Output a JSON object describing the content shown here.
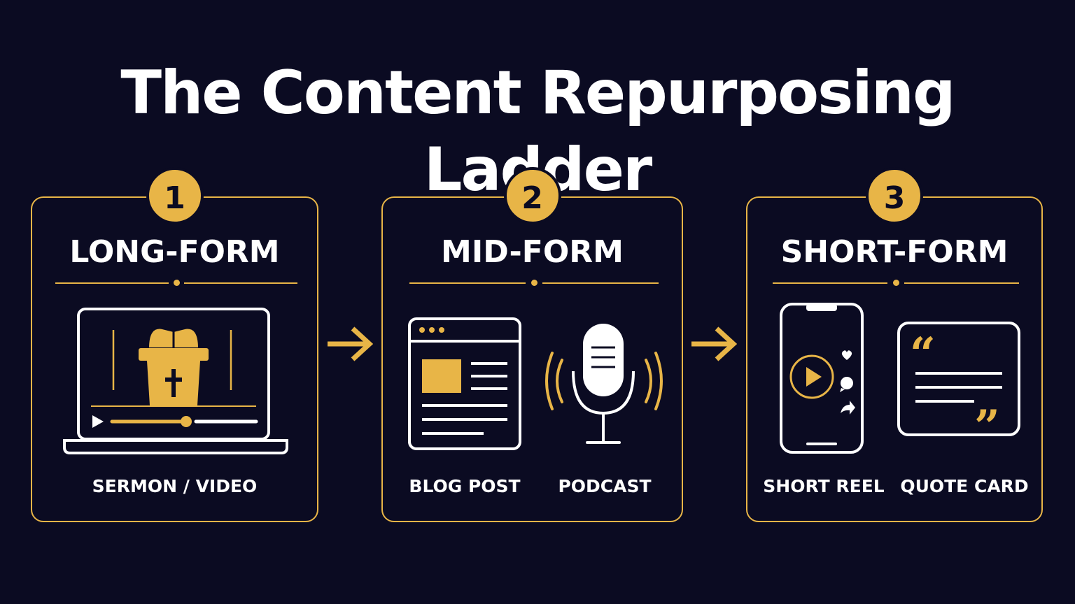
{
  "title": "The Content Repurposing Ladder",
  "colors": {
    "background": "#0b0b22",
    "accent": "#e8b547",
    "text": "#ffffff"
  },
  "steps": [
    {
      "number": "1",
      "heading": "LONG-FORM",
      "items": [
        {
          "label": "SERMON / VIDEO",
          "icon": "laptop-sermon-video-icon"
        }
      ]
    },
    {
      "number": "2",
      "heading": "MID-FORM",
      "items": [
        {
          "label": "BLOG POST",
          "icon": "browser-article-icon"
        },
        {
          "label": "PODCAST",
          "icon": "microphone-icon"
        }
      ]
    },
    {
      "number": "3",
      "heading": "SHORT-FORM",
      "items": [
        {
          "label": "SHORT REEL",
          "icon": "phone-reel-icon"
        },
        {
          "label": "QUOTE CARD",
          "icon": "quote-card-icon"
        }
      ]
    }
  ],
  "connectors": [
    "arrow-right-icon",
    "arrow-right-icon"
  ]
}
